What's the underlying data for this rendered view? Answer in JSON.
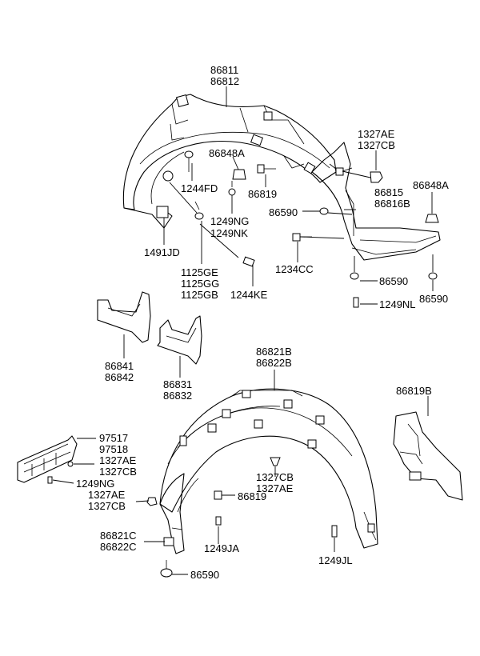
{
  "labels": {
    "l86811": "86811",
    "l86812": "86812",
    "l1327AE_a": "1327AE",
    "l1327CB_a": "1327CB",
    "l86848A_a": "86848A",
    "l86848A_b": "86848A",
    "l1244FD": "1244FD",
    "l86819_a": "86819",
    "l86815": "86815",
    "l86816B": "86816B",
    "l1249NG_a": "1249NG",
    "l1249NK": "1249NK",
    "l86590_a": "86590",
    "l1491JD": "1491JD",
    "l1234CC": "1234CC",
    "l1125GE": "1125GE",
    "l1125GG": "1125GG",
    "l1125GB": "1125GB",
    "l1244KE": "1244KE",
    "l86590_b": "86590",
    "l1249NL": "1249NL",
    "l86590_c": "86590",
    "l86841": "86841",
    "l86842": "86842",
    "l86831": "86831",
    "l86832": "86832",
    "l86821B": "86821B",
    "l86822B": "86822B",
    "l86819B": "86819B",
    "l97517": "97517",
    "l97518": "97518",
    "l1327AE_b": "1327AE",
    "l1327CB_b": "1327CB",
    "l1249NG_b": "1249NG",
    "l1327CB_c": "1327CB",
    "l1327AE_c": "1327AE",
    "l1327AE_d": "1327AE",
    "l1327CB_d": "1327CB",
    "l86819_b": "86819",
    "l86821C": "86821C",
    "l86822C": "86822C",
    "l1249JA": "1249JA",
    "l1249JL": "1249JL",
    "l86590_d": "86590"
  }
}
